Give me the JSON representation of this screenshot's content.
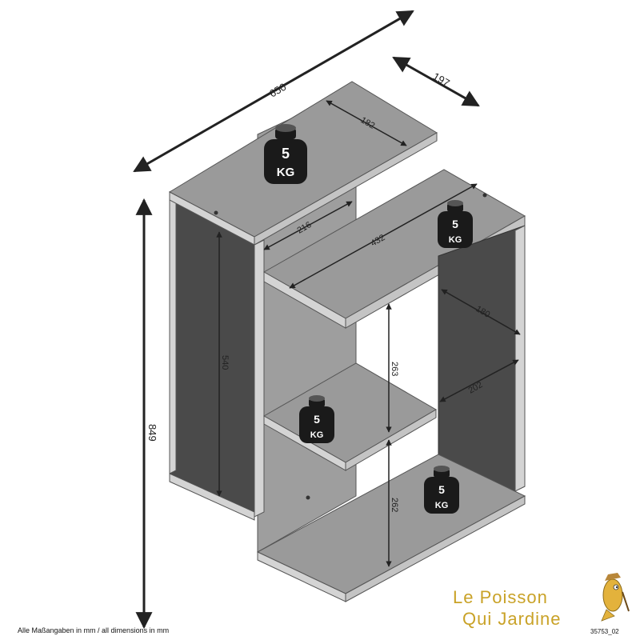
{
  "dimensions": {
    "overall_width": "650",
    "depth": "197",
    "height": "849",
    "top_shelf_depth": "182",
    "top_inner_width": "216",
    "middle_shelf_width": "432",
    "right_compartment_depth": "180",
    "inner_depth": "202",
    "side_height": "540",
    "upper_gap": "263",
    "lower_gap": "262"
  },
  "weight_labels": {
    "value": "5",
    "unit": "KG"
  },
  "footnote": "Alle Maßangaben in mm / all dimensions in mm",
  "reference_code": "35753_02",
  "brand": {
    "line1": "Le Poisson",
    "line2": "Qui Jardine"
  },
  "colors": {
    "panel_top": "#9a9a9a",
    "panel_front": "#d4d4d4",
    "panel_side": "#4a4a4a",
    "weight": "#1a1a1a",
    "brand": "#c9a227"
  }
}
